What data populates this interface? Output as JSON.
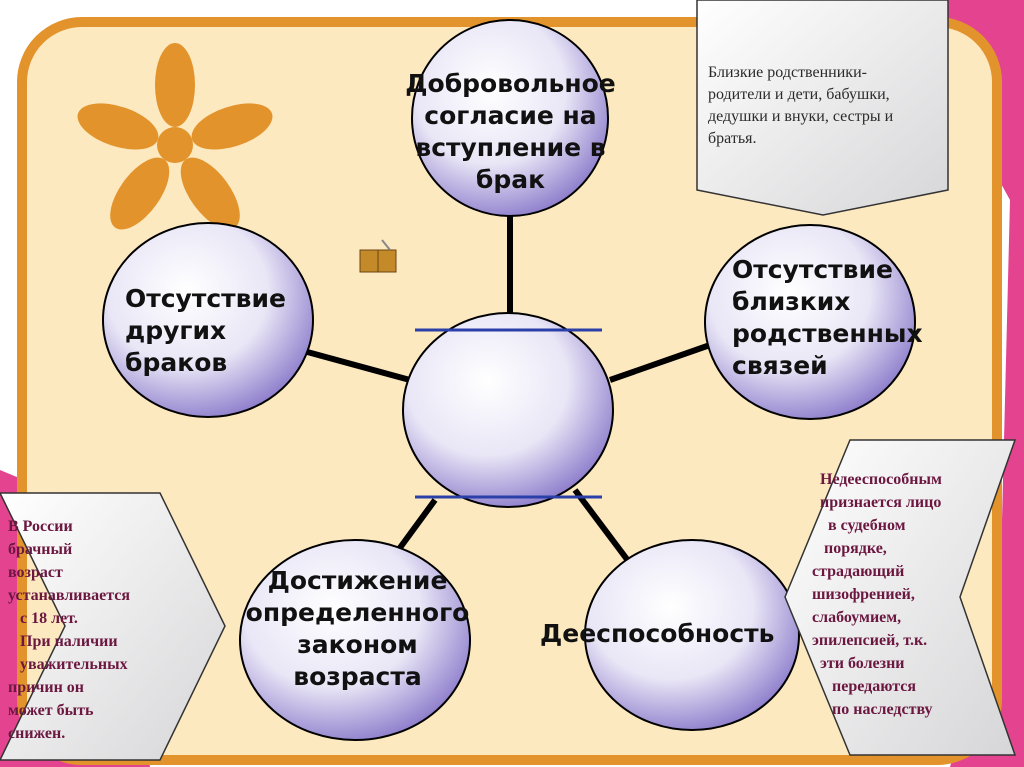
{
  "center": {
    "label": ""
  },
  "nodes": [
    {
      "id": "voluntary",
      "label": "Добровольное\nсогласие на\nвступление в\nбрак"
    },
    {
      "id": "no-other-marriages",
      "label": "Отсутствие\nдругих\nбраков"
    },
    {
      "id": "no-close-kinship",
      "label": "Отсутствие\nблизких\nродственных\nсвязей"
    },
    {
      "id": "age",
      "label": "Достижение\nопределенного\nзаконом\nвозраста"
    },
    {
      "id": "capacity",
      "label": "Дееспособность"
    }
  ],
  "callouts": {
    "relatives": "Близкие родственники-\nродители и дети, бабушки,\nдедушки и внуки, сестры и\nбратья.",
    "age": "В России\nбрачный\nвозраст\nустанавливается\n   с 18 лет.\n   При наличии\n   уважительных\nпричин он\nможет быть\nснижен.",
    "incapacity": "  Недееспособным\n  признается лицо\n    в судебном\n   порядке,\nстрадающий\nшизофренией,\nслабоумием,\nэпилепсией, т.к.\n  эти болезни\n     передаются\n     по наследству"
  },
  "colors": {
    "accent_pink": "#e4448f",
    "panel": "#fde9c0",
    "border": "#e3932b",
    "text_maroon": "#6b1740"
  }
}
